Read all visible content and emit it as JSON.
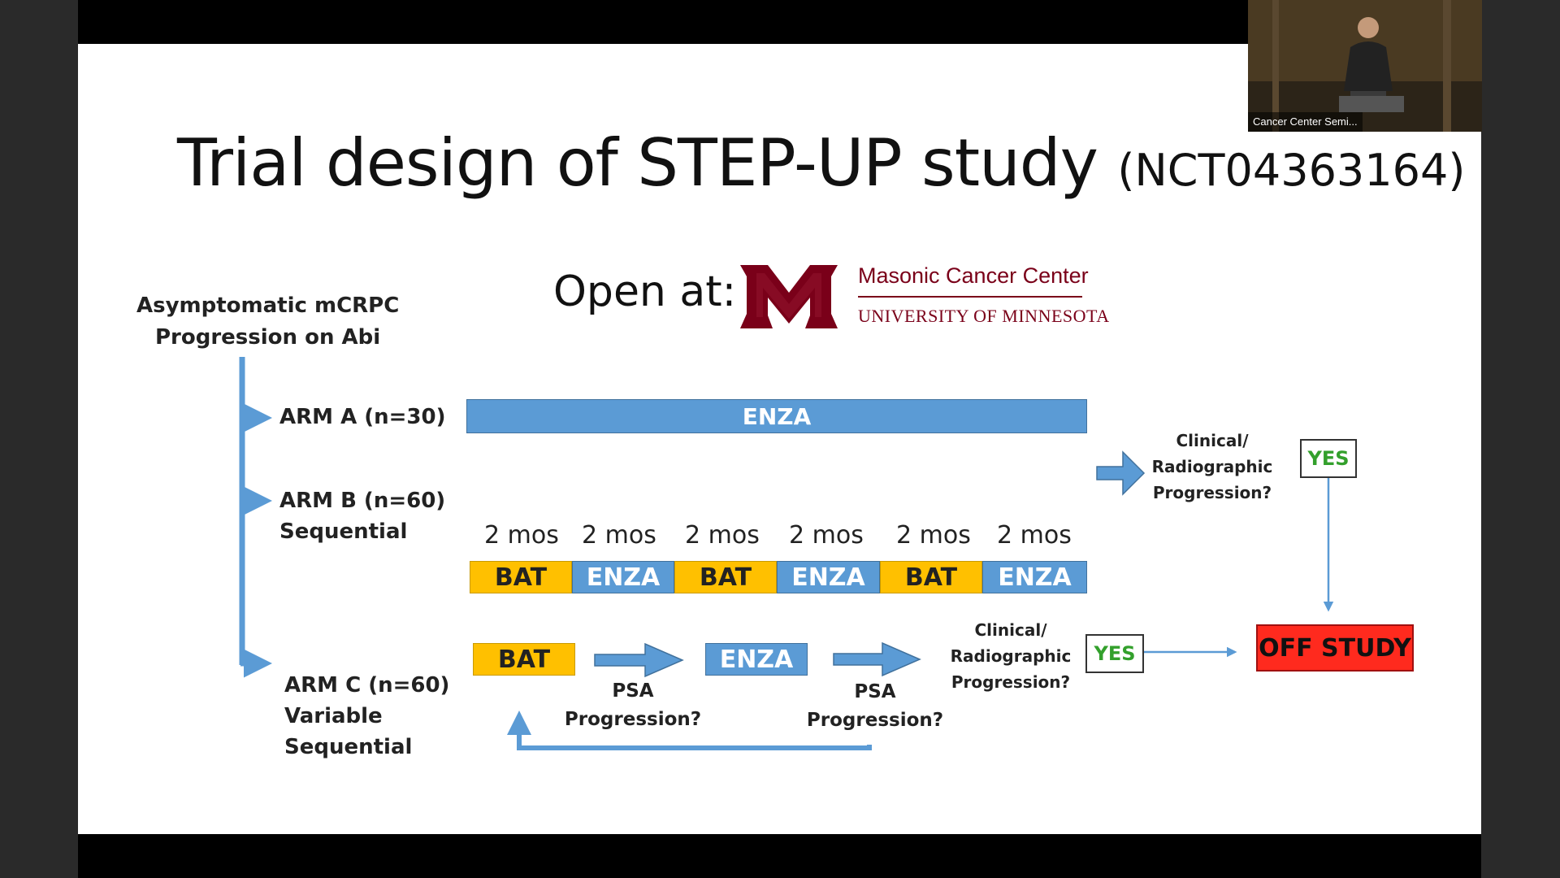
{
  "slide": {
    "title_main": "Trial design of STEP-UP study ",
    "title_nct": "(NCT04363164)",
    "open_at": "Open at:",
    "logo": {
      "name": "Masonic Cancer Center",
      "university": "UNIVERSITY OF MINNESOTA",
      "brand_color": "#7A0019"
    },
    "population_line1": "Asymptomatic mCRPC",
    "population_line2": "Progression on Abi",
    "arm_a": {
      "label": "ARM A (n=30)",
      "bar": "ENZA"
    },
    "arm_b": {
      "label": "ARM B (n=60)",
      "sublabel": "Sequential",
      "durations": [
        "2 mos",
        "2 mos",
        "2 mos",
        "2 mos",
        "2 mos",
        "2 mos"
      ],
      "segments": [
        "BAT",
        "ENZA",
        "BAT",
        "ENZA",
        "BAT",
        "ENZA"
      ]
    },
    "arm_c": {
      "label": "ARM C (n=60)",
      "sublabel1": "Variable",
      "sublabel2": "Sequential",
      "box1": "BAT",
      "box2": "ENZA",
      "psa1_line1": "PSA",
      "psa1_line2": "Progression?",
      "psa2_line1": "PSA",
      "psa2_line2": "Progression?"
    },
    "decision_b": {
      "line1": "Clinical/",
      "line2": "Radiographic",
      "line3": "Progression?",
      "yes": "YES"
    },
    "decision_c": {
      "line1": "Clinical/",
      "line2": "Radiographic",
      "line3": "Progression?",
      "yes": "YES"
    },
    "off_study": "OFF STUDY",
    "colors": {
      "gold": "#FFC000",
      "blue": "#5B9BD5",
      "red": "#FF2A1E",
      "yes_green": "#33A02C"
    }
  },
  "webcam": {
    "caption": "Cancer Center Semi..."
  }
}
